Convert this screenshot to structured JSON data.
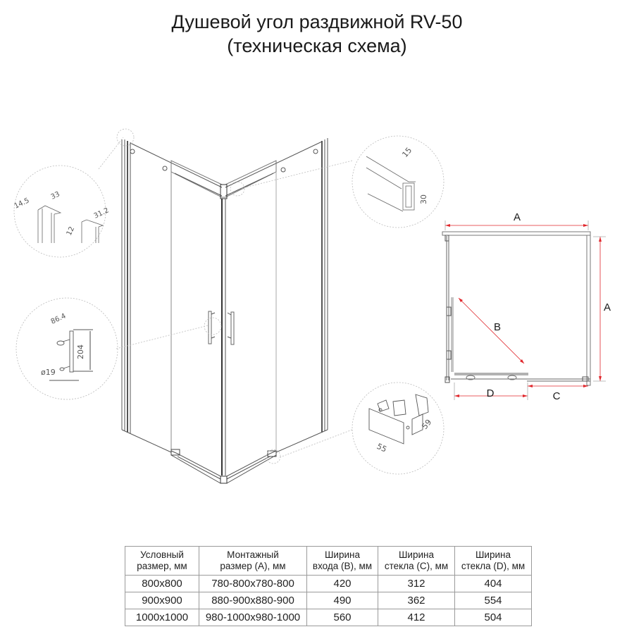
{
  "title": {
    "line1": "Душевой угол раздвижной RV-50",
    "line2": "(техническая схема)"
  },
  "colors": {
    "line": "#555555",
    "dimension_red": "#e0262b",
    "detail_circle": "#b5b5b5",
    "table_border": "#9a9a9a"
  },
  "details": {
    "top_left_profile": {
      "dims": [
        "14.5",
        "33",
        "31.2",
        "12"
      ]
    },
    "handle": {
      "dims": [
        "86.4",
        "204",
        "ø19"
      ]
    },
    "top_right_profile": {
      "dims": [
        "15",
        "30"
      ]
    },
    "bottom_right_bracket": {
      "dims": [
        "55",
        "59"
      ]
    }
  },
  "plan": {
    "labels": {
      "top_width": "A",
      "side_width": "A",
      "diagonal": "B",
      "door_width": "D",
      "fixed_width": "C"
    }
  },
  "table": {
    "headers": [
      {
        "line1": "Условный",
        "line2": "размер, мм"
      },
      {
        "line1": "Монтажный",
        "line2": "размер (A), мм"
      },
      {
        "line1": "Ширина",
        "line2": "входа (B), мм"
      },
      {
        "line1": "Ширина",
        "line2": "стекла (C), мм"
      },
      {
        "line1": "Ширина",
        "line2": "стекла (D), мм"
      }
    ],
    "rows": [
      [
        "800x800",
        "780-800x780-800",
        "420",
        "312",
        "404"
      ],
      [
        "900x900",
        "880-900x880-900",
        "490",
        "362",
        "554"
      ],
      [
        "1000x1000",
        "980-1000x980-1000",
        "560",
        "412",
        "504"
      ]
    ]
  }
}
